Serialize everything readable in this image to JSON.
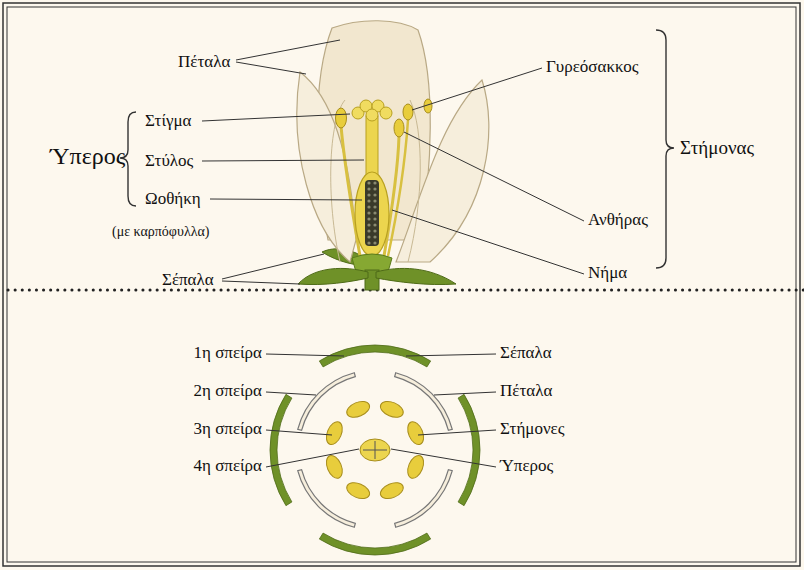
{
  "diagram": {
    "labels": [
      "Πέταλα",
      "Στίγμα",
      "Στύλος",
      "Ωοθήκη",
      "Ύπερος",
      "(με καρπόφυλλα)",
      "Γυρεόσακκος",
      "Στήμονας",
      "Ανθήρας",
      "Νήμα",
      "Σέπαλα",
      "1η σπείρα",
      "2η σπείρα",
      "3η σπείρα",
      "4η σπείρα",
      "Σέπαλα",
      "Πέταλα",
      "Στήμονες",
      "Ύπερος"
    ]
  }
}
